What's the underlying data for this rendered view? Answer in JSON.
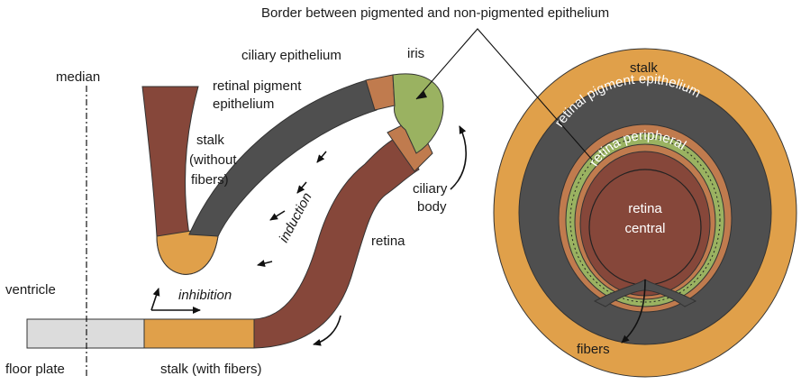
{
  "colors": {
    "retina": "#86473A",
    "pigment_epithelium": "#4F4F4F",
    "ciliary": "#C07B4E",
    "iris": "#9AB261",
    "stalk": "#E0A04A",
    "floor_plate": "#DCDCDC"
  },
  "labels": {
    "border": "Border between pigmented and non-pigmented epithelium",
    "median": "median",
    "ciliary_epithelium": "ciliary epithelium",
    "iris": "iris",
    "retinal_pigment_line1": "retinal pigment",
    "retinal_pigment_line2": "epithelium",
    "stalk_without_line1": "stalk",
    "stalk_without_line2": "(without",
    "stalk_without_line3": "fibers)",
    "ciliary_body_line1": "ciliary",
    "ciliary_body_line2": "body",
    "induction": "induction",
    "retina": "retina",
    "ventricle": "ventricle",
    "inhibition": "inhibition",
    "floor_plate": "floor plate",
    "stalk_with": "stalk (with fibers)",
    "right_stalk": "stalk",
    "right_rpe": "retinal pigment epithelium",
    "right_retina_peripheral": "retina peripheral",
    "right_retina_central_line1": "retina",
    "right_retina_central_line2": "central",
    "fibers": "fibers"
  }
}
